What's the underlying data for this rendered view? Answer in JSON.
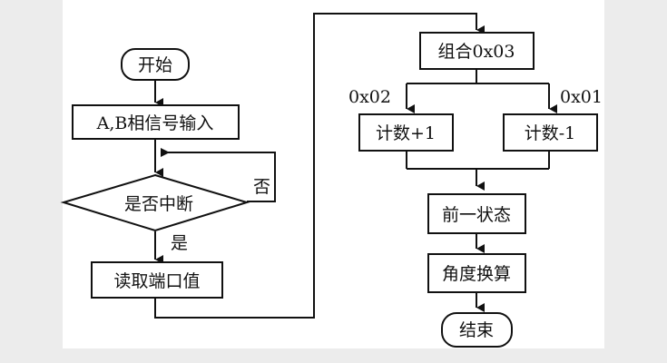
{
  "colors": {
    "page_background": "#ececec",
    "panel_background": "#ffffff",
    "line": "#111111",
    "text": "#111111"
  },
  "flowchart": {
    "left_column": {
      "start": "开始",
      "input_signals": "A,B相信号输入",
      "interrupt_decision": "是否中断",
      "decision_no": "否",
      "decision_yes": "是",
      "read_port": "读取端口值"
    },
    "right_column": {
      "combine": "组合0x03",
      "branch_left_label": "0x02",
      "branch_right_label": "0x01",
      "count_up": "计数+1",
      "count_down": "计数-1",
      "previous_state": "前一状态",
      "angle_convert": "角度换算",
      "end": "结束"
    }
  }
}
